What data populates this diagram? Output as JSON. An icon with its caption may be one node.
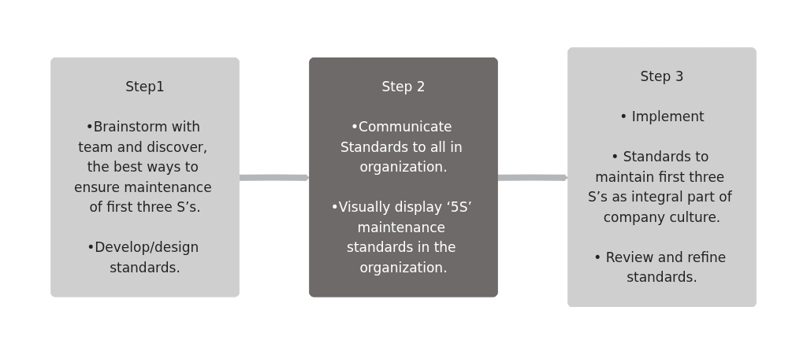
{
  "diagram": {
    "nodes": [
      {
        "text": [
          "Step1",
          "•Brainstorm with team and discover, the best ways to ensure maintenance of first three S’s.",
          "•Develop/design standards."
        ]
      },
      {
        "text": [
          "Step 2",
          "•Communicate Standards to all in organization.",
          "•Visually display ‘5S’ maintenance standards in the organization."
        ]
      },
      {
        "text": [
          "Step 3",
          "• Implement",
          "• Standards to maintain first three S’s as integral part of company culture.",
          "• Review and refine standards."
        ]
      }
    ],
    "edges": [
      {
        "from": 0,
        "to": 1,
        "arrow": "to"
      },
      {
        "from": 1,
        "to": 2,
        "arrow": "to"
      }
    ]
  }
}
